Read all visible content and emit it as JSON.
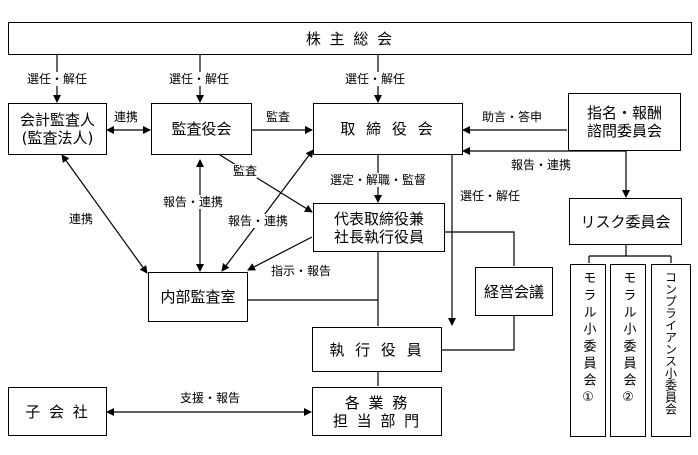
{
  "boxes": {
    "shareholders": "株 主 総 会",
    "auditor_line1": "会計監査人",
    "auditor_line2": "(監査法人)",
    "audit_board": "監査役会",
    "board": "取 締 役 会",
    "nomination_line1": "指名・報酬",
    "nomination_line2": "諮問委員会",
    "ceo_line1": "代表取締役兼",
    "ceo_line2": "社長執行役員",
    "risk": "リスク委員会",
    "internal_audit": "内部監査室",
    "mgmt_meeting": "経営会議",
    "officers": "執 行 役 員",
    "subsidiary": "子 会 社",
    "divisions_line1": "各 業 務",
    "divisions_line2": "担 当 部 門",
    "moral_1": "モラル小委員会①",
    "moral_2": "モラル小委員会②",
    "compliance": "コンプライアンス小委員会"
  },
  "labels": {
    "elect_left": "選任・解任",
    "elect_mid": "選任・解任",
    "elect_right": "選任・解任",
    "coop_top": "連携",
    "audit_top": "監査",
    "advice": "助言・答申",
    "report_coop_risk": "報告・連携",
    "select_dismiss": "選定・解職・監督",
    "elect_officers": "選任・解任",
    "audit_diag": "監査",
    "report_coop_vertical": "報告・連携",
    "report_coop_diag": "報告・連携",
    "coop_left": "連携",
    "instruct_report": "指示・報告",
    "support_report": "支援・報告"
  }
}
